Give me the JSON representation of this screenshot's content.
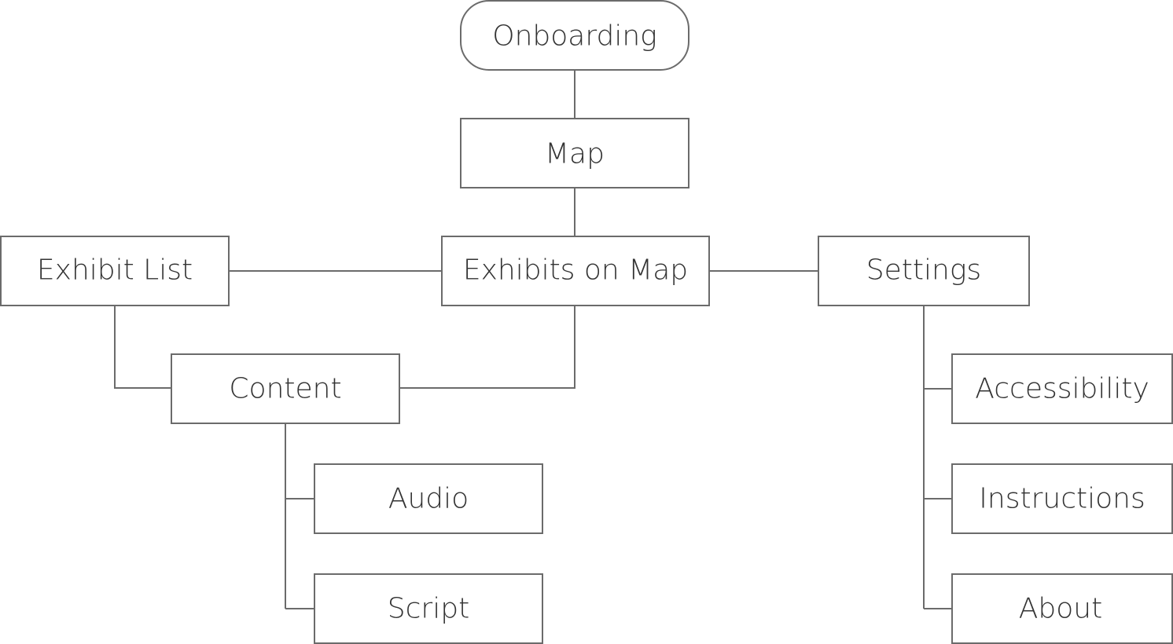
{
  "diagram": {
    "nodes": [
      {
        "id": "onboarding",
        "label": "Onboarding",
        "shape": "pill"
      },
      {
        "id": "map",
        "label": "Map",
        "shape": "rect"
      },
      {
        "id": "exhibits_on_map",
        "label": "Exhibits on Map",
        "shape": "rect"
      },
      {
        "id": "exhibit_list",
        "label": "Exhibit List",
        "shape": "rect"
      },
      {
        "id": "settings",
        "label": "Settings",
        "shape": "rect"
      },
      {
        "id": "content",
        "label": "Content",
        "shape": "rect"
      },
      {
        "id": "audio",
        "label": "Audio",
        "shape": "rect"
      },
      {
        "id": "script",
        "label": "Script",
        "shape": "rect"
      },
      {
        "id": "accessibility",
        "label": "Accessibility",
        "shape": "rect"
      },
      {
        "id": "instructions",
        "label": "Instructions",
        "shape": "rect"
      },
      {
        "id": "about",
        "label": "About",
        "shape": "rect"
      }
    ],
    "edges": [
      {
        "from": "onboarding",
        "to": "map"
      },
      {
        "from": "map",
        "to": "exhibits_on_map"
      },
      {
        "from": "exhibits_on_map",
        "to": "exhibit_list"
      },
      {
        "from": "exhibits_on_map",
        "to": "settings"
      },
      {
        "from": "exhibits_on_map",
        "to": "content"
      },
      {
        "from": "exhibit_list",
        "to": "content"
      },
      {
        "from": "content",
        "to": "audio"
      },
      {
        "from": "content",
        "to": "script"
      },
      {
        "from": "settings",
        "to": "accessibility"
      },
      {
        "from": "settings",
        "to": "instructions"
      },
      {
        "from": "settings",
        "to": "about"
      }
    ]
  }
}
